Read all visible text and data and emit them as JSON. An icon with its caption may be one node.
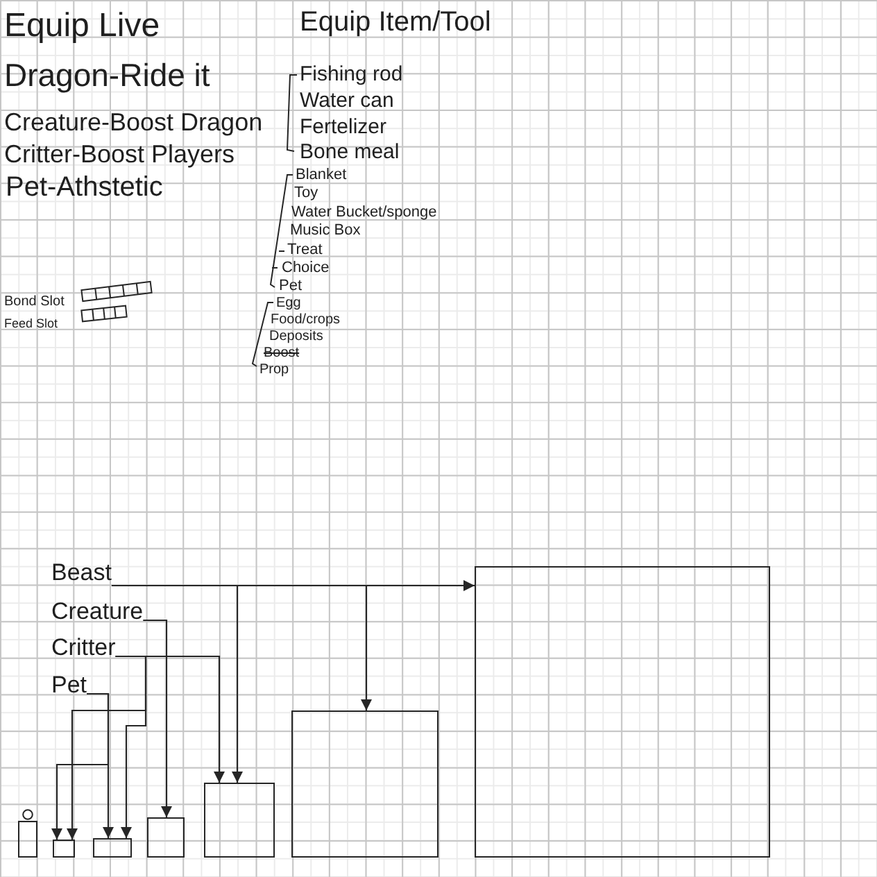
{
  "diagram": {
    "nodes": [
      {
        "text": [
          "Beast"
        ]
      },
      {
        "text": [
          "Creature"
        ]
      },
      {
        "text": [
          "Critter"
        ]
      },
      {
        "text": [
          "Pet"
        ]
      },
      {
        "text": [],
        "shape": "person"
      },
      {
        "text": [],
        "shape": "box"
      },
      {
        "text": [],
        "shape": "box"
      },
      {
        "text": [],
        "shape": "box"
      },
      {
        "text": [],
        "shape": "box"
      },
      {
        "text": [],
        "shape": "box"
      },
      {
        "text": [],
        "shape": "box"
      }
    ],
    "edges": [
      {
        "from": 0,
        "to": 10,
        "arrow": "to"
      },
      {
        "from": 0,
        "to": 8,
        "arrow": "to"
      },
      {
        "from": 0,
        "to": 9,
        "arrow": "to"
      },
      {
        "from": 1,
        "to": 7,
        "arrow": "to"
      },
      {
        "from": 2,
        "to": 5,
        "arrow": "to"
      },
      {
        "from": 2,
        "to": 6,
        "arrow": "to"
      },
      {
        "from": 2,
        "to": 8,
        "arrow": "to"
      },
      {
        "from": 3,
        "to": 5,
        "arrow": "to"
      },
      {
        "from": 3,
        "to": 6,
        "arrow": "to"
      }
    ],
    "labels": [
      "Equip Live",
      "Dragon-Ride it",
      "Creature-Boost Dragon",
      "Critter-Boost Players",
      "Pet-Athstetic",
      "Equip Item/Tool",
      "Fishing rod",
      "Water can",
      "Fertelizer",
      "Bone meal",
      "Blanket",
      "Toy",
      "Water Bucket/sponge",
      "Music Box",
      "Treat",
      "Choice",
      "Pet",
      "Egg",
      "Food/crops",
      "Deposits",
      "Boost",
      "Prop",
      "Bond Slot",
      "Feed Slot"
    ]
  }
}
